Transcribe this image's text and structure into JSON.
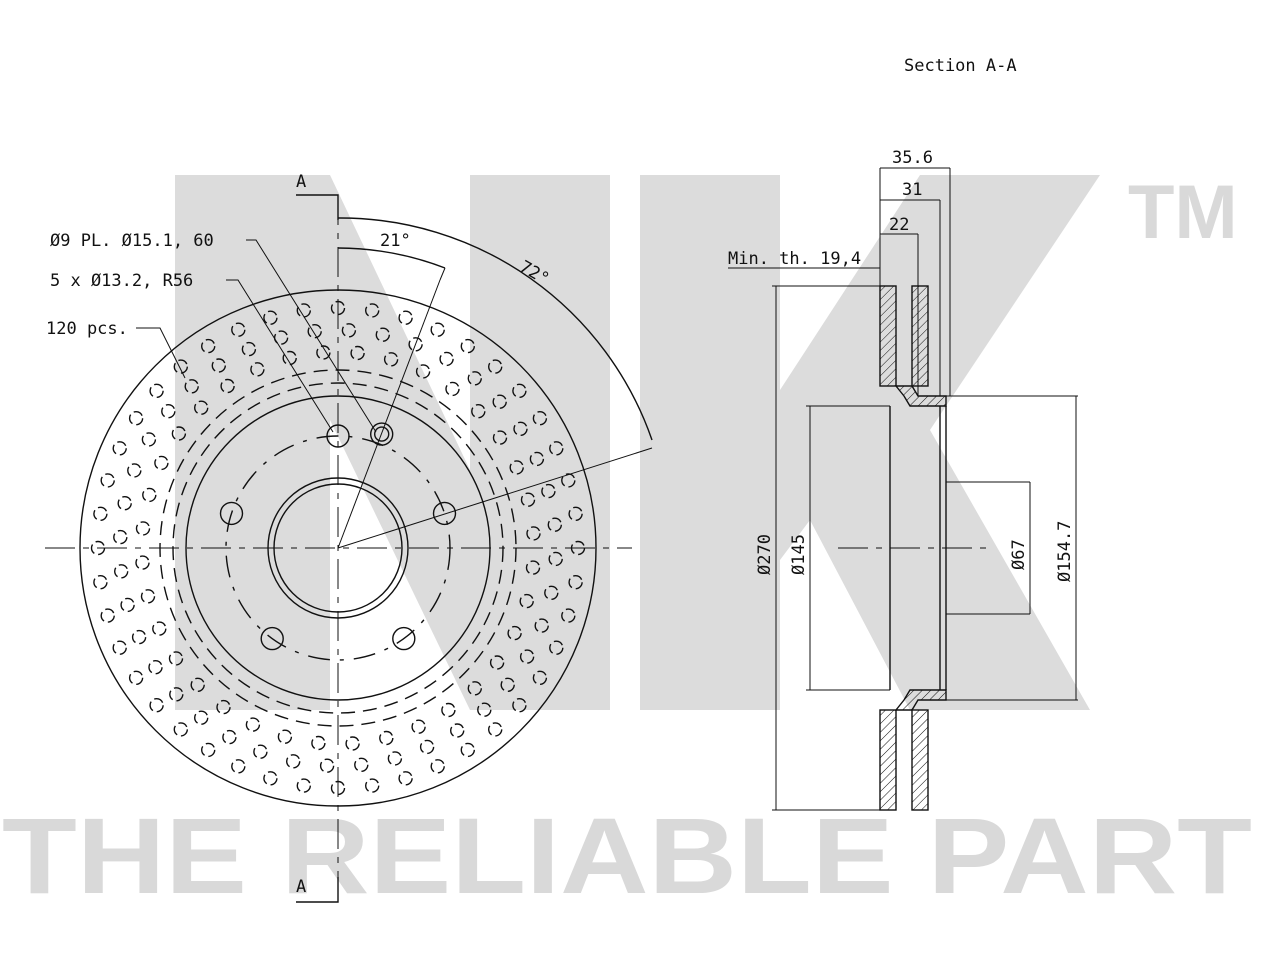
{
  "watermark": {
    "logo_text": "NK",
    "tm": "TM",
    "slogan": "THE RELIABLE PART"
  },
  "front_view": {
    "section_marker_top": "A",
    "section_marker_bottom": "A",
    "angle_21": "21°",
    "angle_72": "72°",
    "bolt_holes": "Ø9 PL. Ø15.1, 60",
    "mount_holes": "5 x Ø13.2, R56",
    "drill_count": "120 pcs."
  },
  "section_view": {
    "title": "Section A-A",
    "width_total": "35.6",
    "width_31": "31",
    "width_22": "22",
    "min_thickness": "Min. th. 19,4",
    "dia_270": "Ø270",
    "dia_145": "Ø145",
    "dia_67": "Ø67",
    "dia_154": "Ø154.7"
  },
  "colors": {
    "line": "#111111",
    "watermark": "#d9d9d9",
    "background": "#ffffff"
  }
}
